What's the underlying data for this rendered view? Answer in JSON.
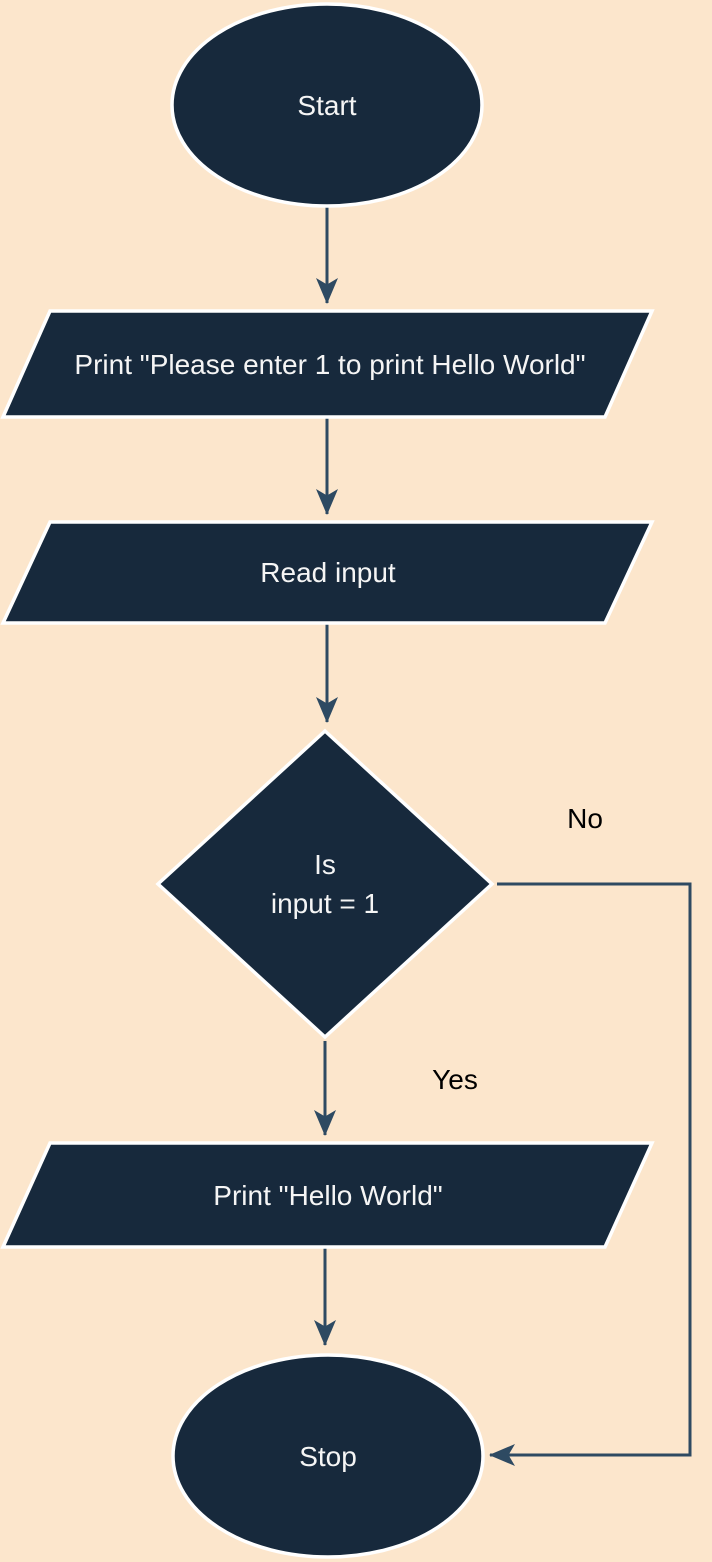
{
  "canvas": {
    "background": "#fce6cc",
    "shape_fill": "#17293c",
    "shape_stroke": "#ffffff",
    "connector_color": "#2e4a62",
    "shape_text_color": "#f5f5f5",
    "edge_label_color": "#000000"
  },
  "diagram_type": "flowchart",
  "nodes": {
    "start": {
      "type": "terminator",
      "label": "Start"
    },
    "print_prompt": {
      "type": "input-output",
      "label": "Print \"Please enter 1 to print Hello World\""
    },
    "read_input": {
      "type": "input-output",
      "label": "Read input"
    },
    "decision": {
      "type": "decision",
      "label_line1": "Is",
      "label_line2": "input = 1"
    },
    "print_hello": {
      "type": "input-output",
      "label": "Print \"Hello World\""
    },
    "stop": {
      "type": "terminator",
      "label": "Stop"
    }
  },
  "edges": {
    "start_to_print_prompt": {
      "from": "start",
      "to": "print_prompt",
      "label": ""
    },
    "print_prompt_to_read_input": {
      "from": "print_prompt",
      "to": "read_input",
      "label": ""
    },
    "read_input_to_decision": {
      "from": "read_input",
      "to": "decision",
      "label": ""
    },
    "decision_to_print_hello": {
      "from": "decision",
      "to": "print_hello",
      "label": "Yes"
    },
    "decision_to_stop": {
      "from": "decision",
      "to": "stop",
      "label": "No"
    },
    "print_hello_to_stop": {
      "from": "print_hello",
      "to": "stop",
      "label": ""
    }
  }
}
